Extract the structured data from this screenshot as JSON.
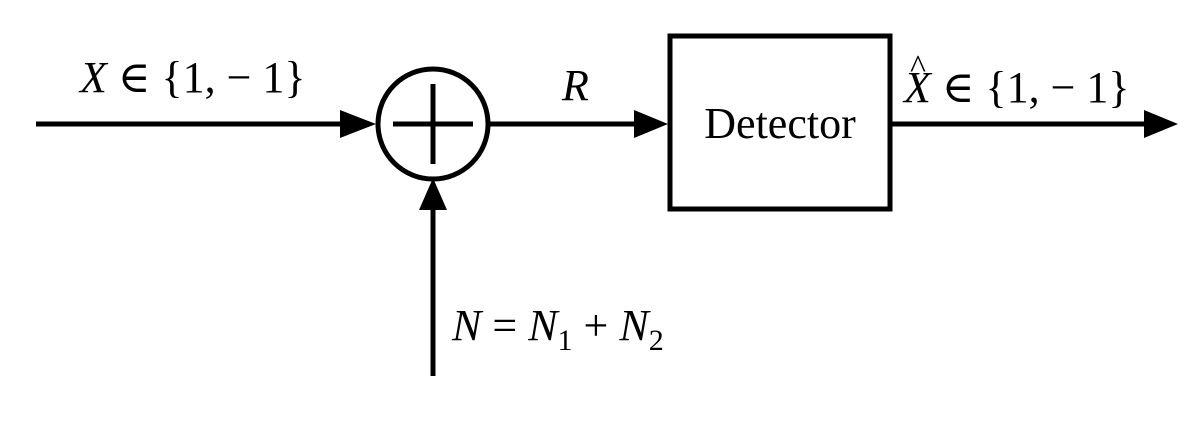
{
  "diagram": {
    "input": {
      "symbol": "X",
      "relation": " ∈ {1, − 1}"
    },
    "summer": {
      "symbol": "+"
    },
    "received": {
      "symbol": "R"
    },
    "detector": {
      "label": "Detector"
    },
    "output": {
      "symbol": "X",
      "hat": "^",
      "relation": " ∈ {1, − 1}"
    },
    "noise": {
      "lhs": "N",
      "equals": " = ",
      "term1": "N",
      "sub1": "1",
      "plus": " + ",
      "term2": "N",
      "sub2": "2"
    }
  }
}
